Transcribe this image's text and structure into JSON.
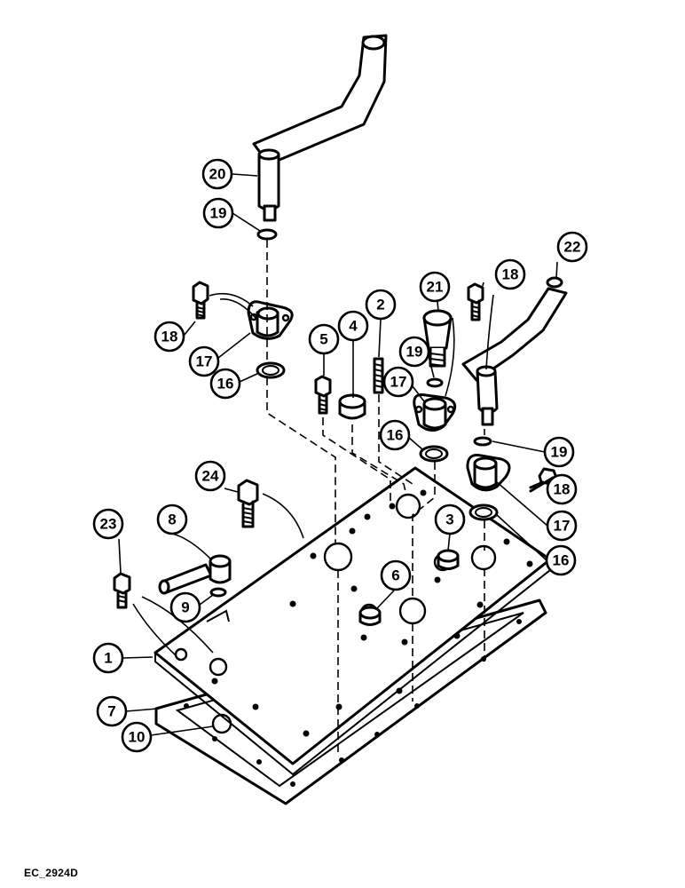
{
  "figure": {
    "reference_code": "EC_2924D",
    "callouts": [
      {
        "id": "c1",
        "label": "1"
      },
      {
        "id": "c2",
        "label": "2"
      },
      {
        "id": "c3",
        "label": "3"
      },
      {
        "id": "c4",
        "label": "4"
      },
      {
        "id": "c5",
        "label": "5"
      },
      {
        "id": "c6",
        "label": "6"
      },
      {
        "id": "c7",
        "label": "7"
      },
      {
        "id": "c8",
        "label": "8"
      },
      {
        "id": "c9",
        "label": "9"
      },
      {
        "id": "c10",
        "label": "10"
      },
      {
        "id": "c16a",
        "label": "16"
      },
      {
        "id": "c16b",
        "label": "16"
      },
      {
        "id": "c16c",
        "label": "16"
      },
      {
        "id": "c17a",
        "label": "17"
      },
      {
        "id": "c17b",
        "label": "17"
      },
      {
        "id": "c17c",
        "label": "17"
      },
      {
        "id": "c18a",
        "label": "18"
      },
      {
        "id": "c18b",
        "label": "18"
      },
      {
        "id": "c18c",
        "label": "18"
      },
      {
        "id": "c19a",
        "label": "19"
      },
      {
        "id": "c19b",
        "label": "19"
      },
      {
        "id": "c19c",
        "label": "19"
      },
      {
        "id": "c20",
        "label": "20"
      },
      {
        "id": "c21",
        "label": "21"
      },
      {
        "id": "c22",
        "label": "22"
      },
      {
        "id": "c23",
        "label": "23"
      },
      {
        "id": "c24",
        "label": "24"
      }
    ]
  }
}
